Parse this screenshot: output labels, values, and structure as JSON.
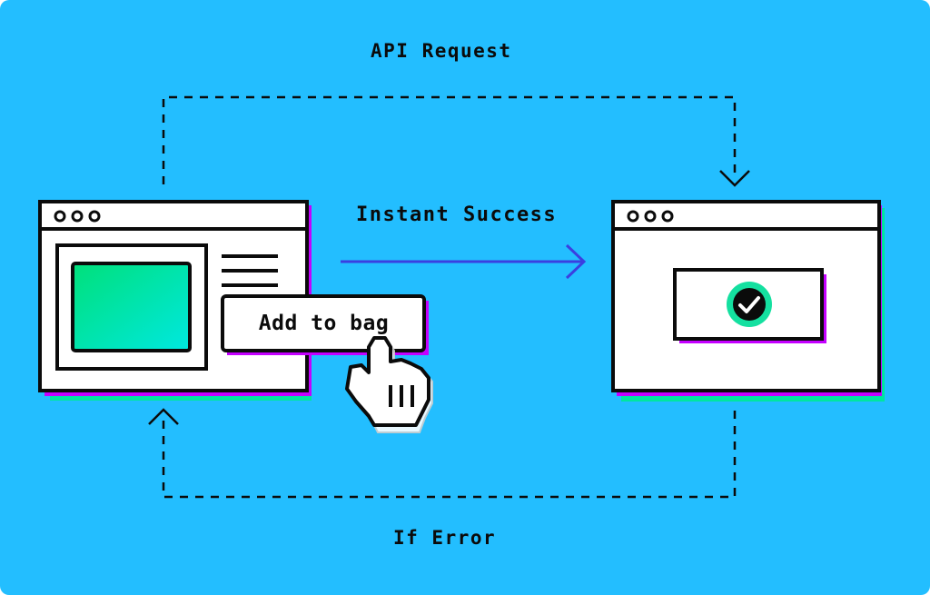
{
  "diagram": {
    "api_request_label": "API Request",
    "instant_success_label": "Instant Success",
    "if_error_label": "If Error",
    "add_to_bag_label": "Add to bag"
  },
  "icons": {
    "cursor": "pointer-hand-icon",
    "success": "checkmark-circle-icon",
    "window_dots": "window-controls-icon",
    "menu": "hamburger-lines-icon"
  },
  "colors": {
    "background": "#23BEFF",
    "outline": "#0B0B0B",
    "arrow": "#3B3FE0",
    "shadow_magenta": "#C400FF",
    "shadow_green": "#00E5A0",
    "gradient_start": "#00E07A",
    "gradient_end": "#00E8E0",
    "check_ring": "#14E0A0"
  }
}
